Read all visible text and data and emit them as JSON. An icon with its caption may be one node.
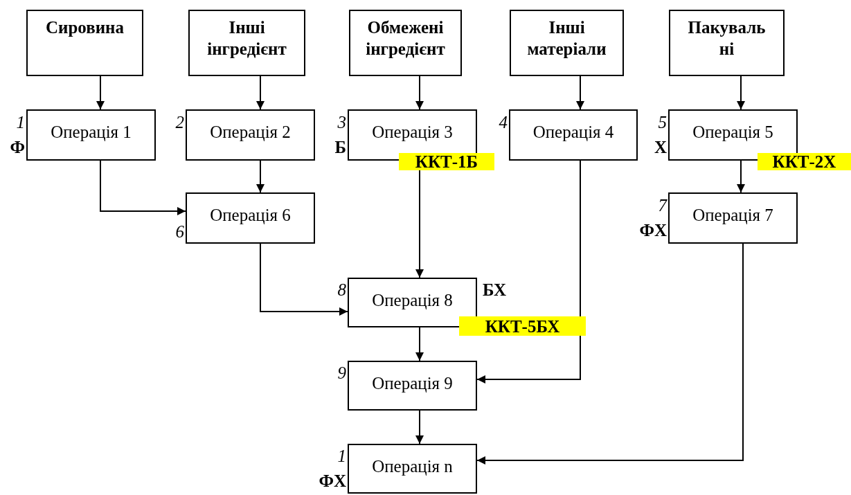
{
  "diagram": {
    "nodes": [
      {
        "text": [
          "Сировина"
        ]
      },
      {
        "text": [
          "Інші інгредієнт"
        ]
      },
      {
        "text": [
          "Обмежені інгредієнт"
        ]
      },
      {
        "text": [
          "Інші матеріали"
        ]
      },
      {
        "text": [
          "Пакуваль ні"
        ]
      },
      {
        "text": [
          "Операція 1"
        ],
        "beside": [
          "1",
          "Ф"
        ]
      },
      {
        "text": [
          "Операція 2"
        ],
        "beside": [
          "2"
        ]
      },
      {
        "text": [
          "Операція 3"
        ],
        "beside": [
          "3",
          "Б"
        ]
      },
      {
        "text": [
          "Операція 4"
        ],
        "beside": [
          "4"
        ]
      },
      {
        "text": [
          "Операція 5"
        ],
        "beside": [
          "5",
          "Х"
        ]
      },
      {
        "text": [
          "Операція 6"
        ],
        "beside": [
          "6"
        ]
      },
      {
        "text": [
          "Операція 7"
        ],
        "beside": [
          "7",
          "ФХ"
        ]
      },
      {
        "text": [
          "Операція 8"
        ],
        "beside": [
          "8",
          "БХ"
        ]
      },
      {
        "text": [
          "Операція 9"
        ],
        "beside": [
          "9"
        ]
      },
      {
        "text": [
          "Операція n"
        ],
        "beside": [
          "1",
          "ФХ"
        ]
      }
    ],
    "edges": [
      {
        "from": 0,
        "to": 5,
        "arrow": "to"
      },
      {
        "from": 1,
        "to": 6,
        "arrow": "to"
      },
      {
        "from": 2,
        "to": 7,
        "arrow": "to"
      },
      {
        "from": 3,
        "to": 8,
        "arrow": "to"
      },
      {
        "from": 4,
        "to": 9,
        "arrow": "to"
      },
      {
        "from": 5,
        "to": 10,
        "arrow": "to"
      },
      {
        "from": 6,
        "to": 10,
        "arrow": "to"
      },
      {
        "from": 7,
        "to": 12,
        "arrow": "to"
      },
      {
        "from": 10,
        "to": 12,
        "arrow": "to"
      },
      {
        "from": 12,
        "to": 13,
        "arrow": "to"
      },
      {
        "from": 8,
        "to": 13,
        "arrow": "to"
      },
      {
        "from": 13,
        "to": 14,
        "arrow": "to"
      },
      {
        "from": 9,
        "to": 11,
        "arrow": "to"
      },
      {
        "from": 11,
        "to": 14,
        "arrow": "to"
      }
    ],
    "labels": [
      "ККТ-1Б",
      "ККТ-2Х",
      "ККТ-5БХ"
    ]
  }
}
